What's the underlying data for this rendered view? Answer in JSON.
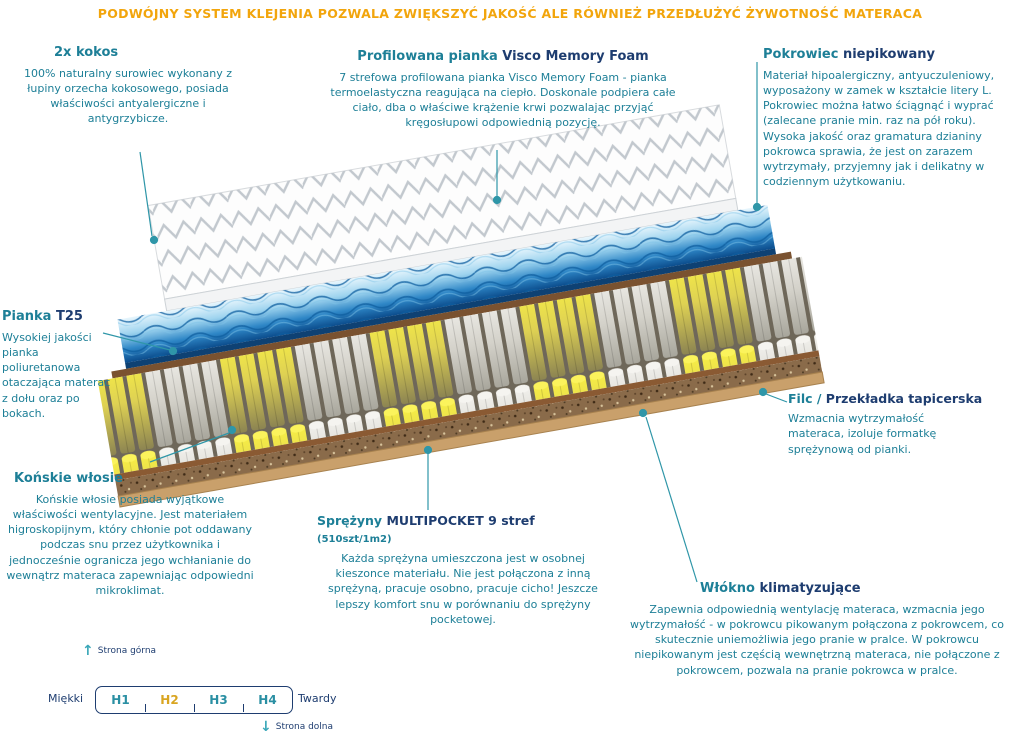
{
  "headline": "PODWÓJNY SYSTEM KLEJENIA POZWALA ZWIĘKSZYĆ JAKOŚĆ ALE RÓWNIEŻ PRZEDŁUŻYĆ ŻYWOTNOŚĆ MATERACA",
  "colors": {
    "headline_orange": "#f2a50c",
    "teal_text": "#1d7f97",
    "navy_text": "#1e3d70",
    "connector_teal": "#2f96a8",
    "hardness_highlight": "#d9a521"
  },
  "callouts": {
    "kokos": {
      "title": "2x kokos",
      "body": "100% naturalny surowiec wykonany z łupiny orzecha kokosowego, posiada właściwości antyalergiczne i antygrzybicze."
    },
    "visco": {
      "title_primary": "Profilowana pianka",
      "title_secondary": "Visco Memory Foam",
      "body": "7 strefowa profilowana pianka Visco Memory Foam - pianka termoelastyczna reagująca na ciepło. Doskonale podpiera całe ciało, dba o właściwe krążenie krwi pozwalając przyjąć kręgosłupowi odpowiednią pozycję."
    },
    "pokrowiec": {
      "title_primary": "Pokrowiec",
      "title_secondary": "niepikowany",
      "body": "Materiał hipoalergiczny, antyuczuleniowy, wyposażony w zamek w kształcie litery L. Pokrowiec można łatwo ściągnąć i wyprać (zalecane pranie min. raz na pół roku). Wysoka jakość oraz gramatura dzianiny pokrowca sprawia, że jest on zarazem wytrzymały, przyjemny jak i delikatny w codziennym użytkowaniu."
    },
    "pianka_t25": {
      "title_primary": "Pianka",
      "title_secondary": "T25",
      "body": "Wysokiej jakości pianka poliuretanowa otaczająca materac z dołu oraz po bokach."
    },
    "konskie_wlosie": {
      "title": "Końskie włosie",
      "body": "Końskie włosie posiada wyjątkowe właściwości wentylacyjne. Jest materiałem higroskopijnym, który chłonie pot oddawany podczas snu przez użytkownika i jednocześnie ogranicza jego wchłanianie do wewnątrz materaca zapewniając odpowiedni mikroklimat."
    },
    "sprezyny": {
      "title_primary": "Sprężyny",
      "title_secondary": "MULTIPOCKET 9 stref",
      "title_note": "(510szt/1m2)",
      "body": "Każda sprężyna umieszczona jest w osobnej kieszonce materiału. Nie jest połączona z inną sprężyną, pracuje osobno, pracuje cicho! Jeszcze lepszy komfort snu w porównaniu do sprężyny pocketowej."
    },
    "filc": {
      "title_primary": "Filc /",
      "title_secondary": "Przekładka tapicerska",
      "body": "Wzmacnia wytrzymałość materaca, izoluje formatkę sprężynową od pianki."
    },
    "wlokno": {
      "title_primary": "Włókno",
      "title_secondary": "klimatyzujące",
      "body": "Zapewnia odpowiednią wentylację materaca, wzmacnia jego wytrzymałość - w pokrowcu pikowanym połączona z pokrowcem, co skutecznie uniemożliwia jego pranie w pralce. W pokrowcu niepikowanym jest częścią wewnętrzną materaca, nie połączone z pokrowcem, pozwala na pranie pokrowca w pralce."
    }
  },
  "hardness_scale": {
    "top_side_label": "Strona górna",
    "bottom_side_label": "Strona dolna",
    "soft_label": "Miękki",
    "hard_label": "Twardy",
    "levels": [
      {
        "label": "H1",
        "highlighted": false
      },
      {
        "label": "H2",
        "highlighted": true
      },
      {
        "label": "H3",
        "highlighted": false
      },
      {
        "label": "H4",
        "highlighted": false
      }
    ]
  },
  "icons": {
    "arrow_up": "↑",
    "arrow_down": "↓"
  }
}
